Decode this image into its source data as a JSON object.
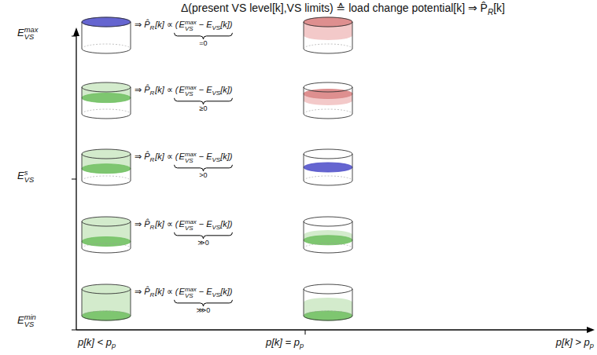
{
  "diagram": {
    "title": "Δ(present VS level[k],VS limits) ≙ load change potential[k] ⇒ P̂",
    "labels": [
      "R",
      "[k]",
      "E",
      "max",
      "VS",
      "E",
      "s",
      "VS",
      "E",
      "min",
      "VS",
      "p[k] < p",
      "p",
      "p[k] = p",
      "p",
      "p[k] > p",
      "p",
      "⇒",
      "P̂",
      "R",
      "[k] ∝ (",
      "E",
      "max",
      "VS",
      "−",
      "E",
      "VS",
      "[k])",
      "=0",
      "⇒",
      "P̂",
      "R",
      "[k] ∝ (",
      "E",
      "max",
      "VS",
      "−",
      "E",
      "VS",
      "[k])",
      "≥0",
      "⇒",
      "P̂",
      "R",
      "[k] ∝ (",
      "E",
      "max",
      "VS",
      "−",
      "E",
      "VS",
      "[k])",
      ">0",
      "⇒",
      "P̂",
      "R",
      "[k] ∝ (",
      "E",
      "max",
      "VS",
      "−",
      "E",
      "VS",
      "[k])",
      "≫0",
      "⇒",
      "P̂",
      "R",
      "[k] ∝ (",
      "E",
      "max",
      "VS",
      "−",
      "E",
      "VS",
      "[k])",
      "⋙0"
    ]
  }
}
